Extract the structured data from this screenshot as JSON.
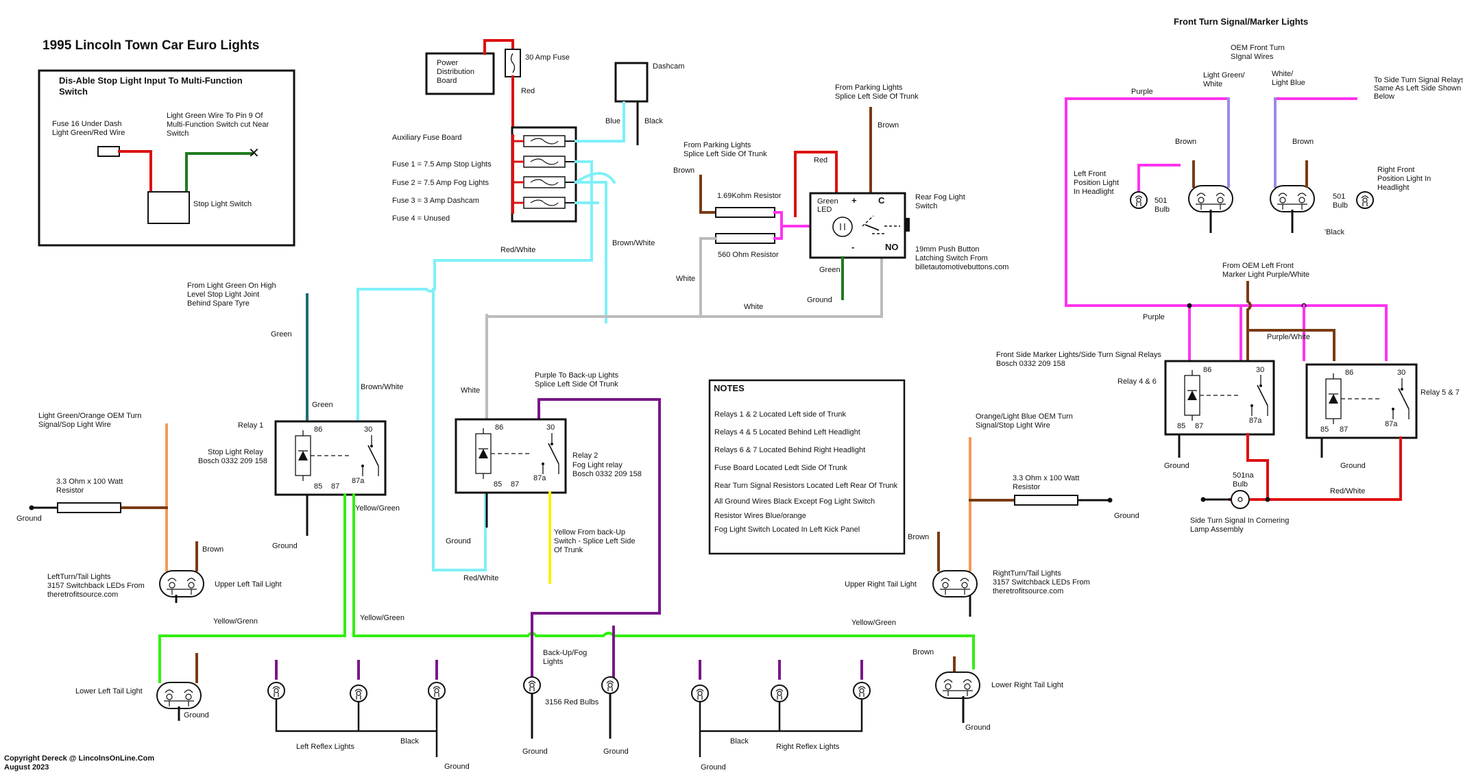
{
  "title": "1995 Lincoln Town Car Euro Lights",
  "front_title": "Front Turn Signal/Marker Lights",
  "copyright": [
    "Copyright Dereck @ LincolnsOnLine.Com",
    "August 2023"
  ],
  "inset": {
    "title": [
      "Dis-Able Stop Light Input To Multi-Function",
      "Switch"
    ],
    "fuse16": [
      "Fuse 16 Under Dash",
      "Light Green/Red Wire"
    ],
    "green_wire": [
      "Light Green Wire To Pin 9 Of",
      "Multi-Function Switch cut Near",
      "Switch"
    ],
    "switch": "Stop Light Switch"
  },
  "power": {
    "pdb": [
      "Power",
      "Distribution",
      "Board"
    ],
    "fuse30": "30 Amp Fuse",
    "red": "Red",
    "dashcam": "Dashcam",
    "blue": "Blue",
    "black": "Black",
    "aux": "Auxiliary Fuse Board",
    "fuses": [
      "Fuse 1 = 7.5 Amp Stop Lights",
      "Fuse 2 = 7.5 Amp Fog Lights",
      "Fuse 3 = 3 Amp Dashcam",
      "Fuse 4 = Unused"
    ]
  },
  "fogswitch": {
    "from_parking_1": [
      "From Parking Lights",
      "Splice Left Side Of Trunk"
    ],
    "from_parking_2": [
      "From Parking Lights",
      "Splice Left Side Of Trunk"
    ],
    "brown": "Brown",
    "brown2": "Brown",
    "red": "Red",
    "res1": "1.69Kohm Resistor",
    "res2": "560 Ohm Resistor",
    "white": "White",
    "white2": "White",
    "green_led": [
      "Green",
      "LED"
    ],
    "plus": "+",
    "minus": "-",
    "c": "C",
    "no": "NO",
    "rear_fog": [
      "Rear Fog Light",
      "Switch"
    ],
    "push": [
      "19mm Push Button",
      "Latching Switch From",
      "billetautomotivebuttons.com"
    ],
    "green": "Green",
    "ground": "Ground"
  },
  "relay1": {
    "from": [
      "From Light Green On High",
      "Level Stop Light Joint",
      "Behind Spare Tyre"
    ],
    "green": "Green",
    "green2": "Green",
    "brown_white": "Brown/White",
    "label": "Relay 1",
    "part": [
      "Stop Light Relay",
      "Bosch 0332 209 158"
    ],
    "pins": [
      "86",
      "30",
      "85",
      "87",
      "87a"
    ],
    "ground": "Ground",
    "yg": "Yellow/Green",
    "red_white": "Red/White",
    "brown_white_top": "Brown/White"
  },
  "relay2": {
    "purple_from": [
      "Purple To Back-up Lights",
      "Splice Left Side Of Trunk"
    ],
    "white": "White",
    "label": "Relay 2",
    "part": [
      "Fog Light relay",
      "Bosch 0332 209 158"
    ],
    "pins": [
      "86",
      "30",
      "85",
      "87",
      "87a"
    ],
    "ground": "Ground",
    "yellow": [
      "Yellow From back-Up",
      "Switch - Splice Left Side",
      "Of Trunk"
    ],
    "red_white": "Red/White"
  },
  "notes": {
    "title": "NOTES",
    "items": [
      "Relays 1 & 2 Located Left side of Trunk",
      "Relays 4 & 5 Located Behind Left Headlight",
      "Relays 6 & 7 Located Behind Right Headlight",
      "Fuse Board Located Ledt Side Of Trunk",
      "Rear Turn Signal Resistors Located Left Rear Of Trunk",
      "All Ground Wires Black Except Fog Light Switch",
      "Resistor Wires Blue/orange",
      "Fog Light Switch Located In Left Kick Panel"
    ]
  },
  "left_rear": {
    "oem": [
      "Light Green/Orange OEM Turn",
      "Signal/Sop Light Wire"
    ],
    "res": [
      "3.3 Ohm x 100 Watt",
      "Resistor"
    ],
    "ground": "Ground",
    "brown": "Brown",
    "tail": [
      "LeftTurn/Tail Lights",
      "3157 Switchback LEDs From",
      "theretrofitsource.com"
    ],
    "upper": "Upper Left Tail Light",
    "yg": "Yellow/Grenn",
    "lower": "Lower Left Tail Light",
    "ground2": "Ground"
  },
  "right_rear": {
    "oem": [
      "Orange/Light Blue OEM Turn",
      "Signal/Stop Light Wire"
    ],
    "res": [
      "3.3 Ohm x 100 Watt",
      "Resistor"
    ],
    "ground": "Ground",
    "brown": "Brown",
    "tail": [
      "RightTurn/Tail Lights",
      "3157 Switchback LEDs From",
      "theretrofitsource.com"
    ],
    "upper": "Upper Right Tail Light",
    "yg": "Yellow/Green",
    "brown2": "Brown",
    "lower": "Lower Right Tail Light",
    "ground2": "Ground"
  },
  "bottom": {
    "yg_mid": "Yellow/Green",
    "backup": [
      "Back-Up/Fog",
      "Lights"
    ],
    "red_bulbs": "3156 Red Bulbs",
    "ground_a": "Ground",
    "ground_b": "Ground",
    "left_reflex": "Left Reflex Lights",
    "right_reflex": "Right Reflex Lights",
    "black_l": "Black",
    "black_r": "Black",
    "ground_l": "Ground",
    "ground_r": "Ground"
  },
  "front": {
    "oem_turn": [
      "OEM Front Turn",
      "SIgnal Wires"
    ],
    "lgw": [
      "Light Green/",
      "White"
    ],
    "wlb": [
      "White/",
      "Light Blue"
    ],
    "purple": "Purple",
    "to_side": [
      "To Side Turn Signal Relays",
      "Same As Left Side Shown",
      "Below"
    ],
    "brown_l": "Brown",
    "brown_r": "Brown",
    "lf_pos": [
      "Left Front",
      "Position Light",
      "In Headlight"
    ],
    "rf_pos": [
      "Right Front",
      "Position Light In",
      "Headlight"
    ],
    "bulb501_l": [
      "501",
      "Bulb"
    ],
    "bulb501_r": [
      "501",
      "Bulb"
    ],
    "black": "'Black",
    "from_oem": [
      "From OEM Left Front",
      "Marker Light Purple/White"
    ],
    "purple2": "Purple",
    "purple_white": "Purple/White",
    "relays_title": [
      "Front Side Marker Lights/Side Turn Signal Relays",
      "Bosch 0332 209 158"
    ],
    "relay46": "Relay 4 & 6",
    "relay57": "Relay 5 & 7",
    "pins": [
      "86",
      "30",
      "85",
      "87",
      "87a"
    ],
    "ground_l": "Ground",
    "ground_r": "Ground",
    "bulb501na": [
      "501na",
      "Bulb"
    ],
    "red_white": "Red/White",
    "side_turn": [
      "Side Turn Signal In Cornering",
      "Lamp Assembly"
    ]
  },
  "colors": {
    "red": "#dd1111",
    "cyan": "#7ff0f8",
    "magenta": "#ff33ee",
    "green_lime": "#33ee11",
    "purple": "#7a168a",
    "brown": "#7a3b12",
    "orange": "#f39a5a",
    "teal": "#1f6e72",
    "grey": "#bcbcbc",
    "dark_green": "#1f7a1f",
    "yellow": "#ffee00",
    "lavender": "#9a8ae8",
    "black": "#111111"
  }
}
